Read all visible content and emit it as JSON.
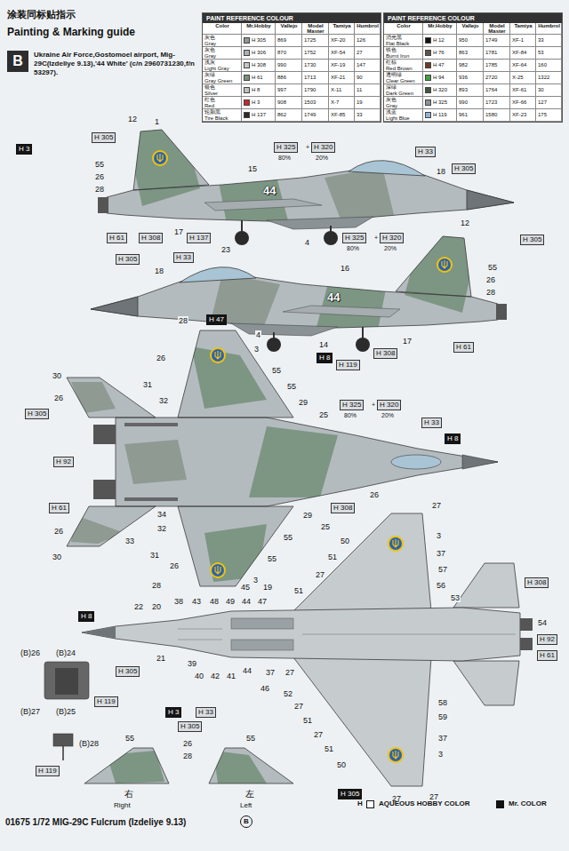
{
  "diagram": {
    "title": "涂装同标贴指示",
    "nodes": [
      {
        "text": [
          "B"
        ]
      }
    ],
    "labels": [
      "PAINT REFERENCE COLOUR",
      "Color",
      "Mr.Hobby",
      "Vallejo",
      "Model Master",
      "Tamiya",
      "Humbrol",
      "灰色",
      "Gray",
      "H 305",
      "869",
      "1725",
      "XF-20",
      "126",
      "灰色",
      "Gray",
      "H 306",
      "870",
      "1752",
      "XF-54",
      "27",
      "浅灰",
      "Light Gray",
      "H 308",
      "990",
      "1730",
      "XF-19",
      "147",
      "灰绿",
      "Gray Green",
      "H 61",
      "886",
      "1713",
      "XF-21",
      "90",
      "银色",
      "Silver",
      "H 8",
      "997",
      "1790",
      "X-11",
      "11",
      "红色",
      "Red",
      "H 3",
      "908",
      "1503",
      "X-7",
      "19",
      "轮胎黑",
      "Tire Black",
      "H 137",
      "862",
      "1749",
      "XF-85",
      "33",
      "PAINT REFERENCE COLOUR",
      "Color",
      "Mr.Hobby",
      "Vallejo",
      "Model Master",
      "Tamiya",
      "Humbrol",
      "消光黑",
      "Flat Black",
      "H 12",
      "950",
      "1749",
      "XF-1",
      "33",
      "铁色",
      "Burnt Iron",
      "H 76",
      "863",
      "1781",
      "XF-84",
      "53",
      "红棕",
      "Red Brown",
      "H 47",
      "982",
      "1785",
      "XF-64",
      "160",
      "透明绿",
      "Clear Green",
      "H 94",
      "936",
      "2720",
      "X-25",
      "1322",
      "深绿",
      "Dark Green",
      "H 320",
      "893",
      "1764",
      "XF-61",
      "30",
      "灰色",
      "Gray",
      "H 325",
      "990",
      "1723",
      "XF-66",
      "127",
      "浅蓝",
      "Light Blue",
      "H 119",
      "961",
      "1580",
      "XF-23",
      "175",
      "Painting & Marking guide",
      "Ukraine Air Force,Gostomoel airport, Mig-29C(Izdeliye 9.13),'44 White' (c/n 2960731230,f/n 53297).",
      "12",
      "1",
      "H 3",
      "H 305",
      "55",
      "26",
      "28",
      "15",
      "H 325",
      "80%",
      "+",
      "H 320",
      "20%",
      "H 33",
      "18",
      "H 305",
      "44",
      "12",
      "H 61",
      "H 308",
      "17",
      "H 137",
      "23",
      "4",
      "H 305",
      "18",
      "H 33",
      "H 325",
      "80%",
      "+",
      "H 320",
      "20%",
      "H 305",
      "16",
      "55",
      "26",
      "28",
      "44",
      "4",
      "14",
      "17",
      "H 8",
      "H 119",
      "H 308",
      "H 61",
      "28",
      "H 47",
      "3",
      "26",
      "55",
      "30",
      "26",
      "31",
      "32",
      "55",
      "29",
      "25",
      "H 325",
      "80%",
      "+",
      "H 320",
      "20%",
      "H 33",
      "H 8",
      "H 305",
      "H 92",
      "H 61",
      "33",
      "34",
      "32",
      "31",
      "26",
      "30",
      "26",
      "55",
      "28",
      "3",
      "29",
      "25",
      "55",
      "H 308",
      "26",
      "27",
      "50",
      "51",
      "27",
      "51",
      "3",
      "37",
      "57",
      "56",
      "53",
      "H 308",
      "54",
      "H 92",
      "H 61",
      "H 8",
      "22",
      "20",
      "38",
      "43",
      "48",
      "49",
      "44",
      "47",
      "45",
      "19",
      "21",
      "H 305",
      "39",
      "40",
      "42",
      "41",
      "44",
      "37",
      "27",
      "46",
      "52",
      "27",
      "51",
      "27",
      "51",
      "50",
      "58",
      "59",
      "37",
      "3",
      "27",
      "27",
      "H 305",
      "(B)26",
      "(B)24",
      "(B)27",
      "(B)25",
      "H 119",
      "(B)28",
      "H 119",
      "H 3",
      "H 33",
      "H 305",
      "55",
      "26",
      "28",
      "55",
      "右",
      "Right",
      "左",
      "Left",
      "H",
      "01675 1/72 MIG-29C Fulcrum (Izdeliye 9.13)",
      "B"
    ],
    "legend": [
      {
        "text": "AQUEOUS HOBBY COLOR"
      },
      {
        "text": "Mr. COLOR",
        "color": "#111111"
      }
    ]
  }
}
